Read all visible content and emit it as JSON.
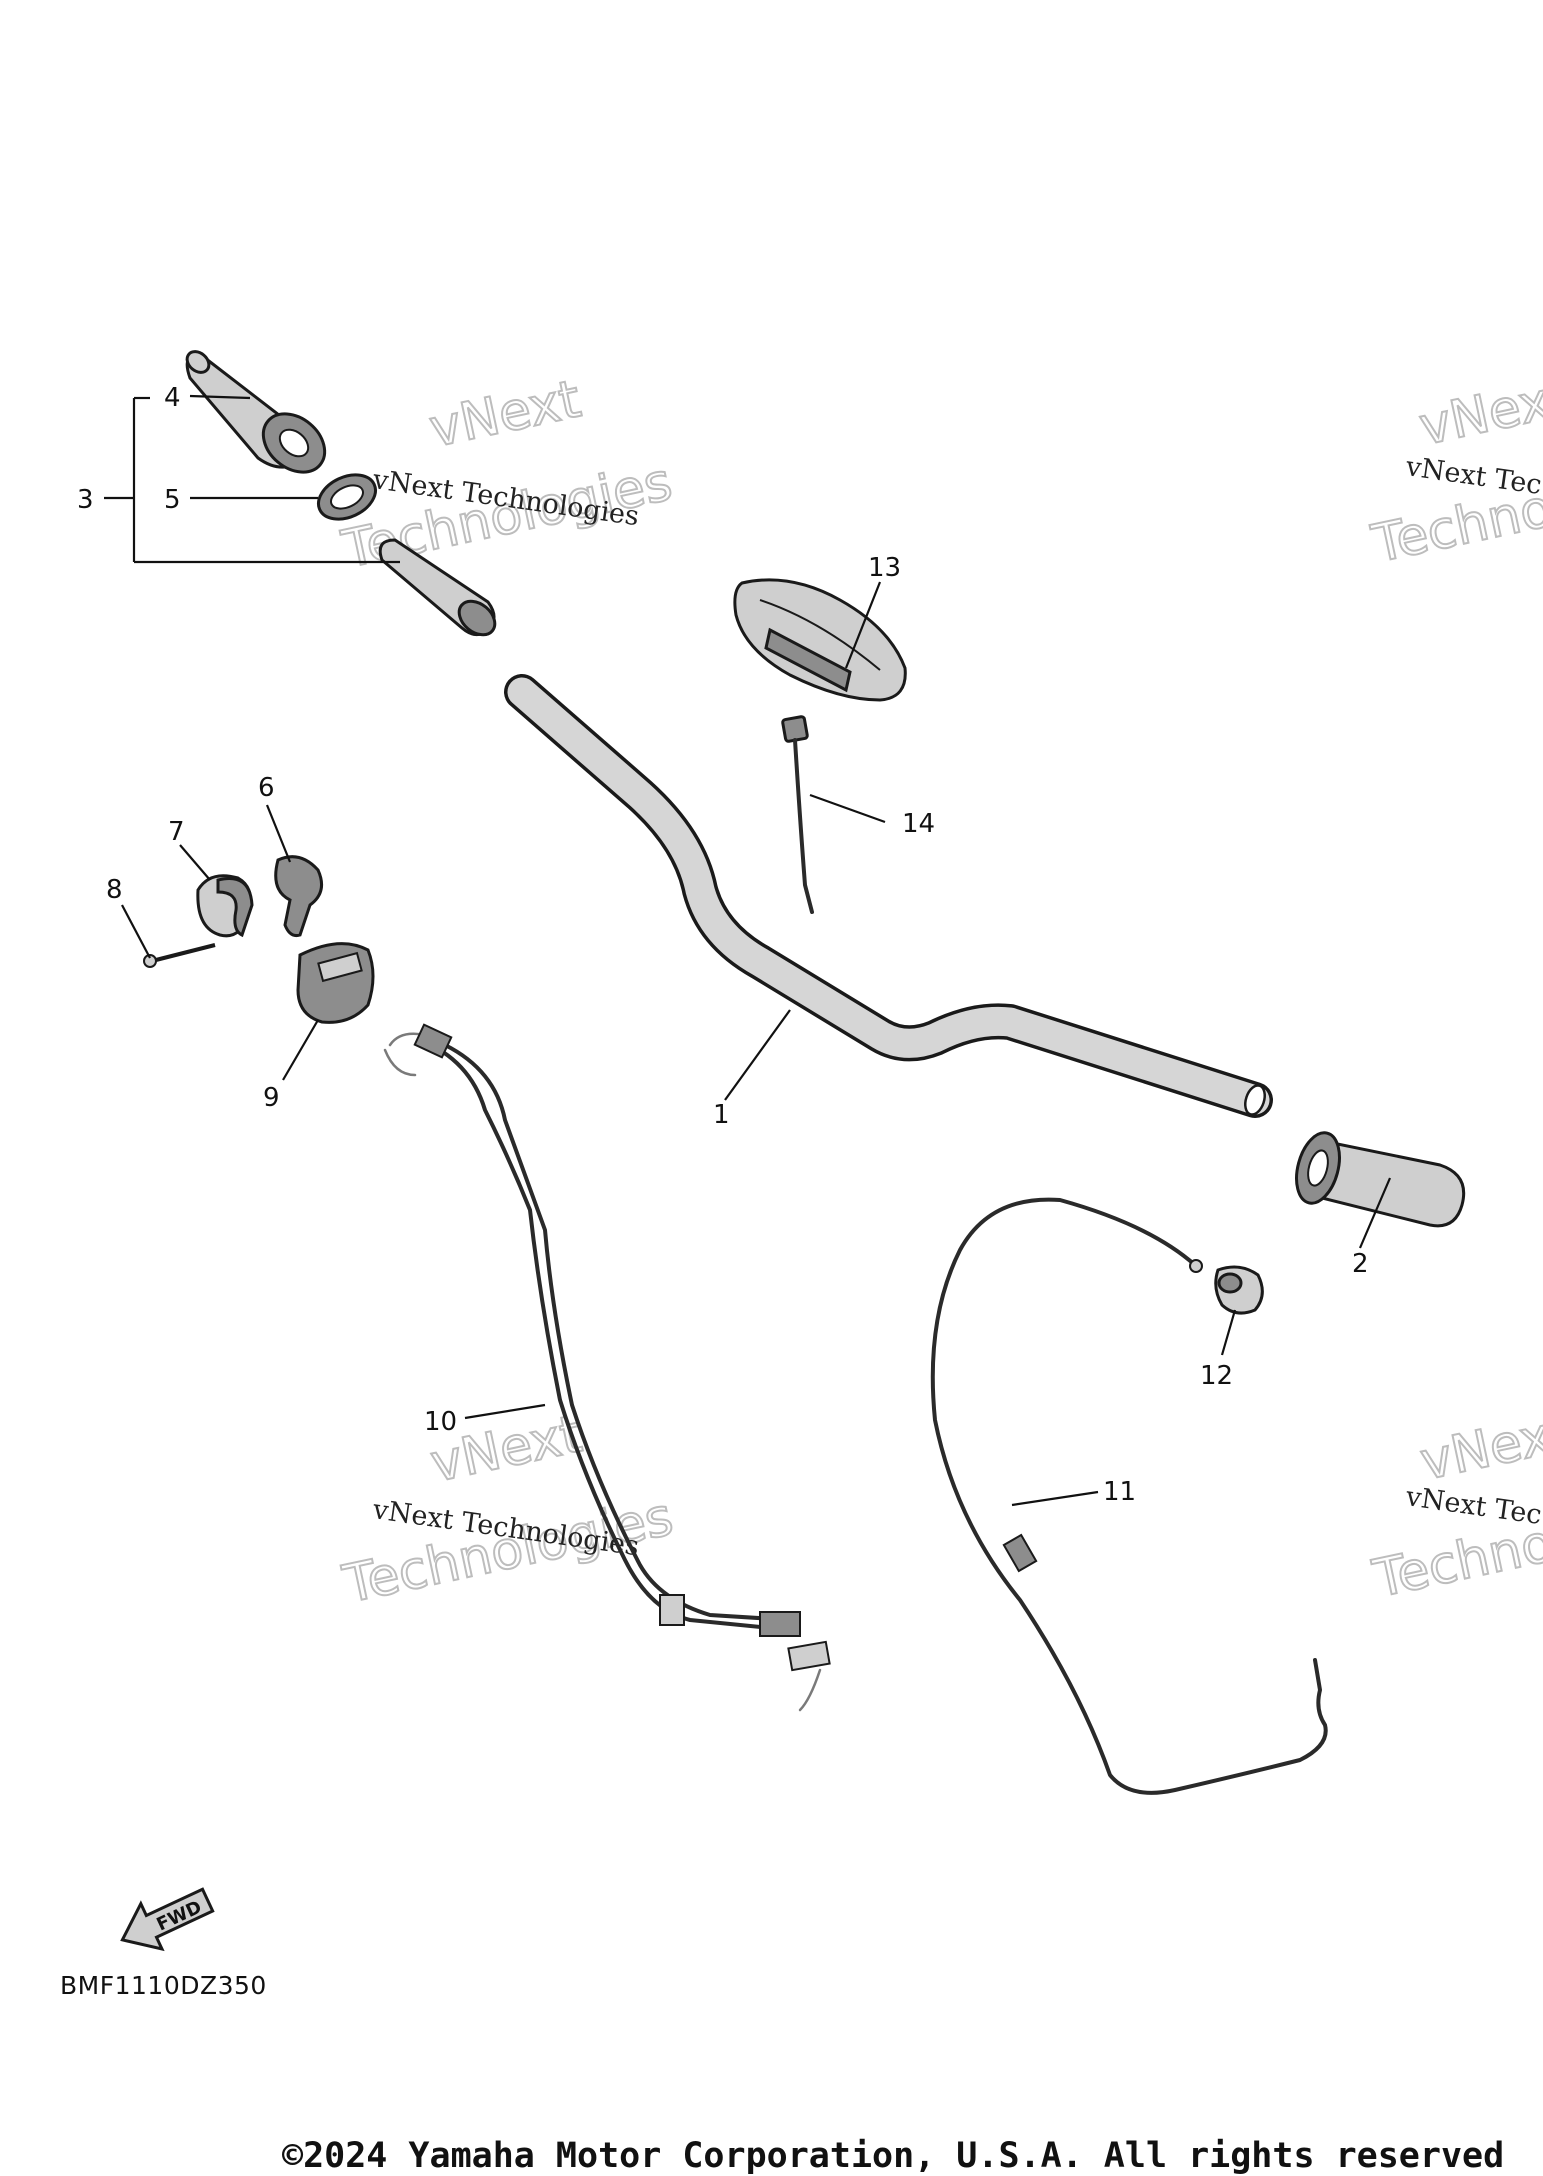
{
  "callouts": [
    "1",
    "2",
    "3",
    "4",
    "5",
    "6",
    "7",
    "8",
    "9",
    "10",
    "11",
    "12",
    "13",
    "14"
  ],
  "watermark": {
    "big_line1": "vNext",
    "big_line2": "Technologies",
    "small": "vNext Technologies",
    "small_cut": "vNext Tec",
    "big_cut": "Techno"
  },
  "fwd_label": "FWD",
  "diagram_code": "BMF1110DZ350",
  "copyright": "©2024 Yamaha Motor Corporation, U.S.A. All rights reserved"
}
